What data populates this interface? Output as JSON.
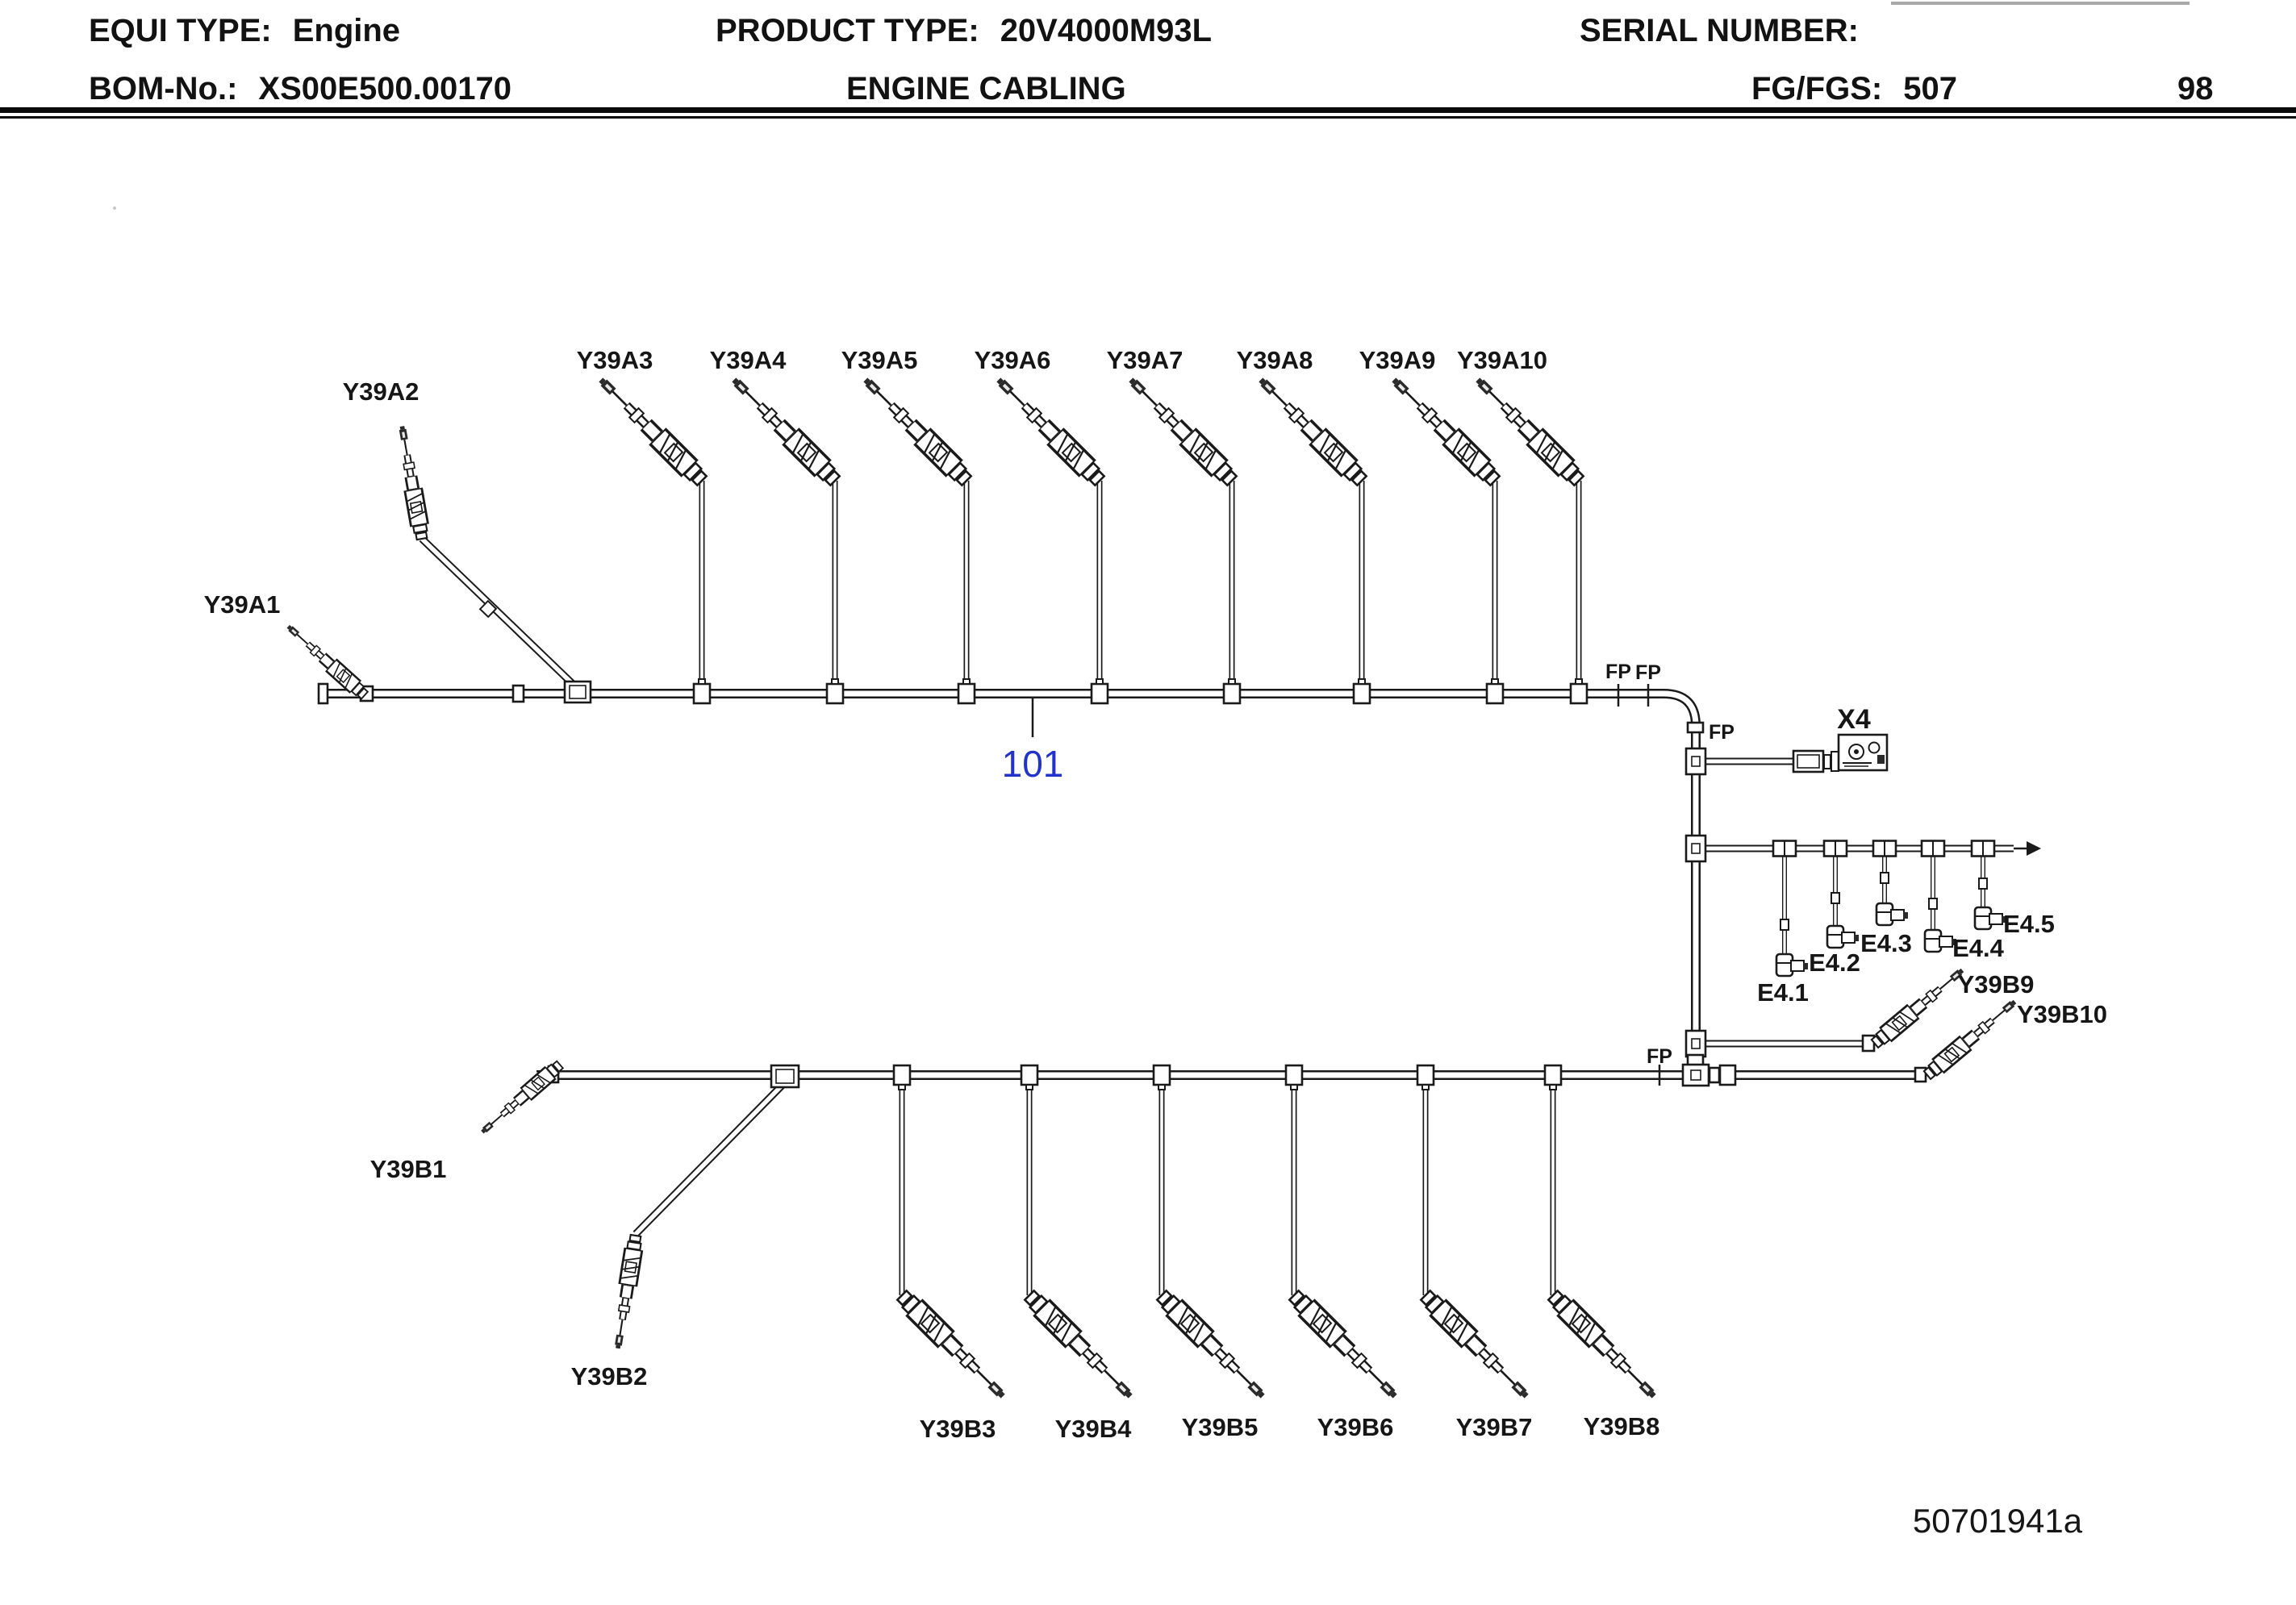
{
  "header": {
    "equi_type_label": "EQUI TYPE:",
    "equi_type_value": "Engine",
    "product_type_label": "PRODUCT TYPE:",
    "product_type_value": "20V4000M93L",
    "serial_label": "SERIAL NUMBER:",
    "bom_label": "BOM-No.:",
    "bom_value": "XS00E500.00170",
    "title": "ENGINE CABLING",
    "fg_label": "FG/FGS:",
    "fg_value": "507",
    "page_number": "98"
  },
  "diagram": {
    "harness_ref": "101",
    "harness_ref_color": "#2233cc",
    "doc_code": "50701941a",
    "fp_label": "FP",
    "x4_label": "X4",
    "top_labels": [
      "Y39A1",
      "Y39A2",
      "Y39A3",
      "Y39A4",
      "Y39A5",
      "Y39A6",
      "Y39A7",
      "Y39A8",
      "Y39A9",
      "Y39A10"
    ],
    "bottom_labels": [
      "Y39B1",
      "Y39B2",
      "Y39B3",
      "Y39B4",
      "Y39B5",
      "Y39B6",
      "Y39B7",
      "Y39B8",
      "Y39B9",
      "Y39B10"
    ],
    "e4_labels": [
      "E4.1",
      "E4.2",
      "E4.3",
      "E4.4",
      "E4.5"
    ]
  }
}
